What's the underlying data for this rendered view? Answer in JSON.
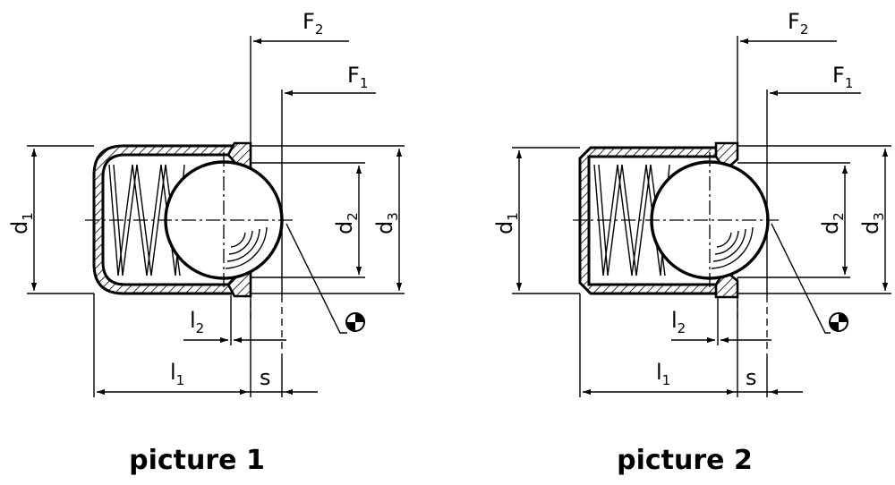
{
  "pictures": [
    {
      "caption": "picture 1",
      "labels": {
        "F2": [
          "F",
          "2"
        ],
        "F1": [
          "F",
          "1"
        ],
        "d1": [
          "d",
          "1"
        ],
        "d2": [
          "d",
          "2"
        ],
        "d3": [
          "d",
          "3"
        ],
        "l1": [
          "l",
          "1"
        ],
        "l2": [
          "l",
          "2"
        ],
        "s": "s"
      }
    },
    {
      "caption": "picture 2",
      "labels": {
        "F2": [
          "F",
          "2"
        ],
        "F1": [
          "F",
          "1"
        ],
        "d1": [
          "d",
          "1"
        ],
        "d2": [
          "d",
          "2"
        ],
        "d3": [
          "d",
          "3"
        ],
        "l1": [
          "l",
          "1"
        ],
        "l2": [
          "l",
          "2"
        ],
        "s": "s"
      }
    }
  ]
}
